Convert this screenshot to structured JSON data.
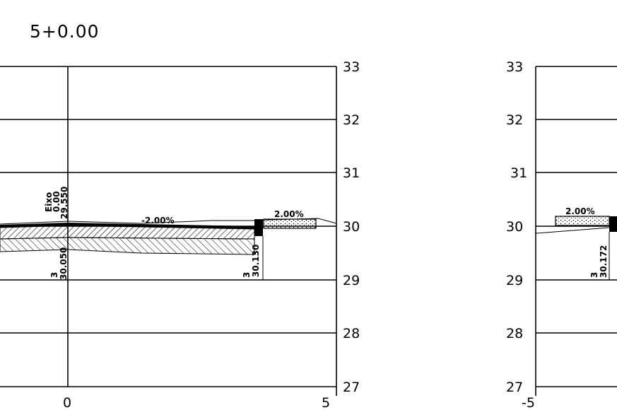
{
  "section_title": "5+0.00",
  "left_panel": {
    "elevation_ticks": [
      "33",
      "32",
      "31",
      "30",
      "29",
      "28",
      "27"
    ],
    "offset_ticks": [
      "0",
      "5"
    ],
    "axis_label": {
      "name": "Eixo",
      "offset": "0.00",
      "elevation": "29.550"
    },
    "slopes": [
      "-2.00%",
      "2.00%"
    ],
    "point_labels": [
      {
        "layer": "3",
        "elevation": "30.050"
      },
      {
        "layer": "3",
        "elevation": "30.130"
      }
    ]
  },
  "right_panel": {
    "elevation_ticks": [
      "33",
      "32",
      "31",
      "30",
      "29",
      "28",
      "27"
    ],
    "offset_ticks": [
      "-5"
    ],
    "slopes": [
      "2.00%"
    ],
    "point_labels": [
      {
        "layer": "3",
        "elevation": "30.172"
      }
    ]
  },
  "colors": {
    "line": "#000000",
    "background": "#ffffff"
  }
}
